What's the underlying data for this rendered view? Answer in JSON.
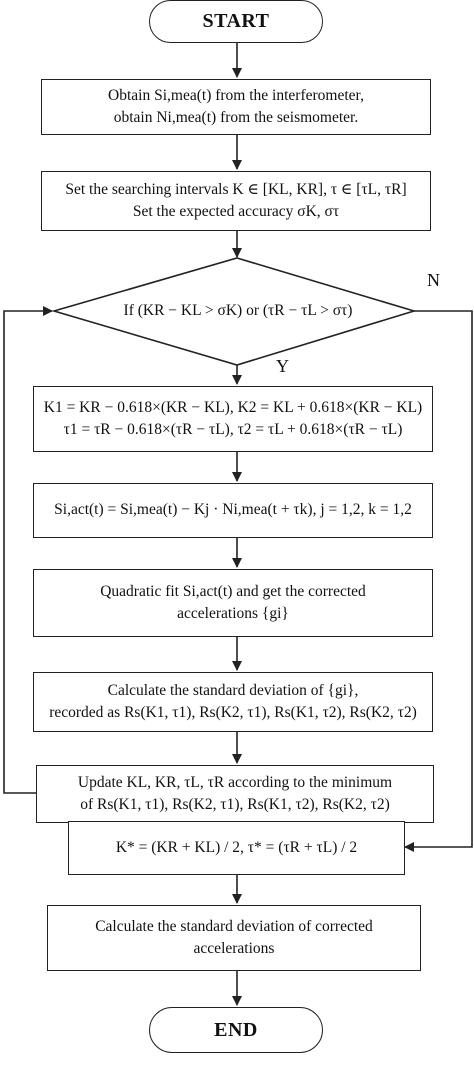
{
  "nodes": {
    "start": "START",
    "obtain": [
      "Obtain Si,mea(t) from the interferometer,",
      "obtain Ni,mea(t) from the seismometer."
    ],
    "set": [
      "Set the searching intervals K ∈ [KL, KR], τ ∈ [τL, τR]",
      "Set the expected accuracy σK, στ"
    ],
    "decision": "If (KR − KL > σK) or (τR − τL > στ)",
    "compute": [
      "K1 = KR − 0.618×(KR − KL), K2 = KL + 0.618×(KR − KL)",
      "τ1 = τR − 0.618×(τR − τL), τ2 = τL + 0.618×(τR − τL)"
    ],
    "signal": "Si,act(t) = Si,mea(t) − Kj · Ni,mea(t + τk), j = 1,2, k = 1,2",
    "fit": [
      "Quadratic fit Si,act(t) and get the corrected",
      "accelerations {gi}"
    ],
    "std_calc": [
      "Calculate the standard deviation of {gi},",
      "recorded as Rs(K1, τ1), Rs(K2, τ1), Rs(K1, τ2), Rs(K2, τ2)"
    ],
    "update": [
      "Update KL, KR, τL, τR according to the minimum",
      "of Rs(K1, τ1), Rs(K2, τ1), Rs(K1, τ2), Rs(K2, τ2)"
    ],
    "result": "K* = (KR + KL) / 2,  τ* = (τR + τL) / 2",
    "final_calc": [
      "Calculate the standard deviation of corrected",
      "accelerations"
    ],
    "end": "END"
  },
  "labels": {
    "yes": "Y",
    "no": "N"
  },
  "colors": {
    "line": "#222222",
    "fill": "#ffffff"
  }
}
